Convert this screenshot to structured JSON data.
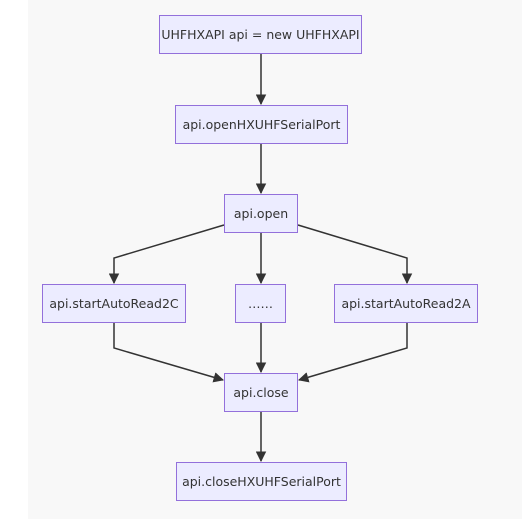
{
  "diagram": {
    "type": "flowchart",
    "colors": {
      "background": "#f8f8f8",
      "node_fill": "#ececff",
      "node_border": "#9370db",
      "text": "#333333",
      "edge": "#333333"
    },
    "nodes": {
      "create_api": "UHFHXAPI api = new UHFHXAPI",
      "open_serial_port": "api.openHXUHFSerialPort",
      "open": "api.open",
      "start_auto_read_2c": "api.startAutoRead2C",
      "ellipsis": "……",
      "start_auto_read_2a": "api.startAutoRead2A",
      "close": "api.close",
      "close_serial_port": "api.closeHXUHFSerialPort"
    },
    "edges": [
      {
        "from": "create_api",
        "to": "open_serial_port"
      },
      {
        "from": "open_serial_port",
        "to": "open"
      },
      {
        "from": "open",
        "to": "start_auto_read_2c"
      },
      {
        "from": "open",
        "to": "ellipsis"
      },
      {
        "from": "open",
        "to": "start_auto_read_2a"
      },
      {
        "from": "start_auto_read_2c",
        "to": "close"
      },
      {
        "from": "ellipsis",
        "to": "close"
      },
      {
        "from": "start_auto_read_2a",
        "to": "close"
      },
      {
        "from": "close",
        "to": "close_serial_port"
      }
    ]
  }
}
